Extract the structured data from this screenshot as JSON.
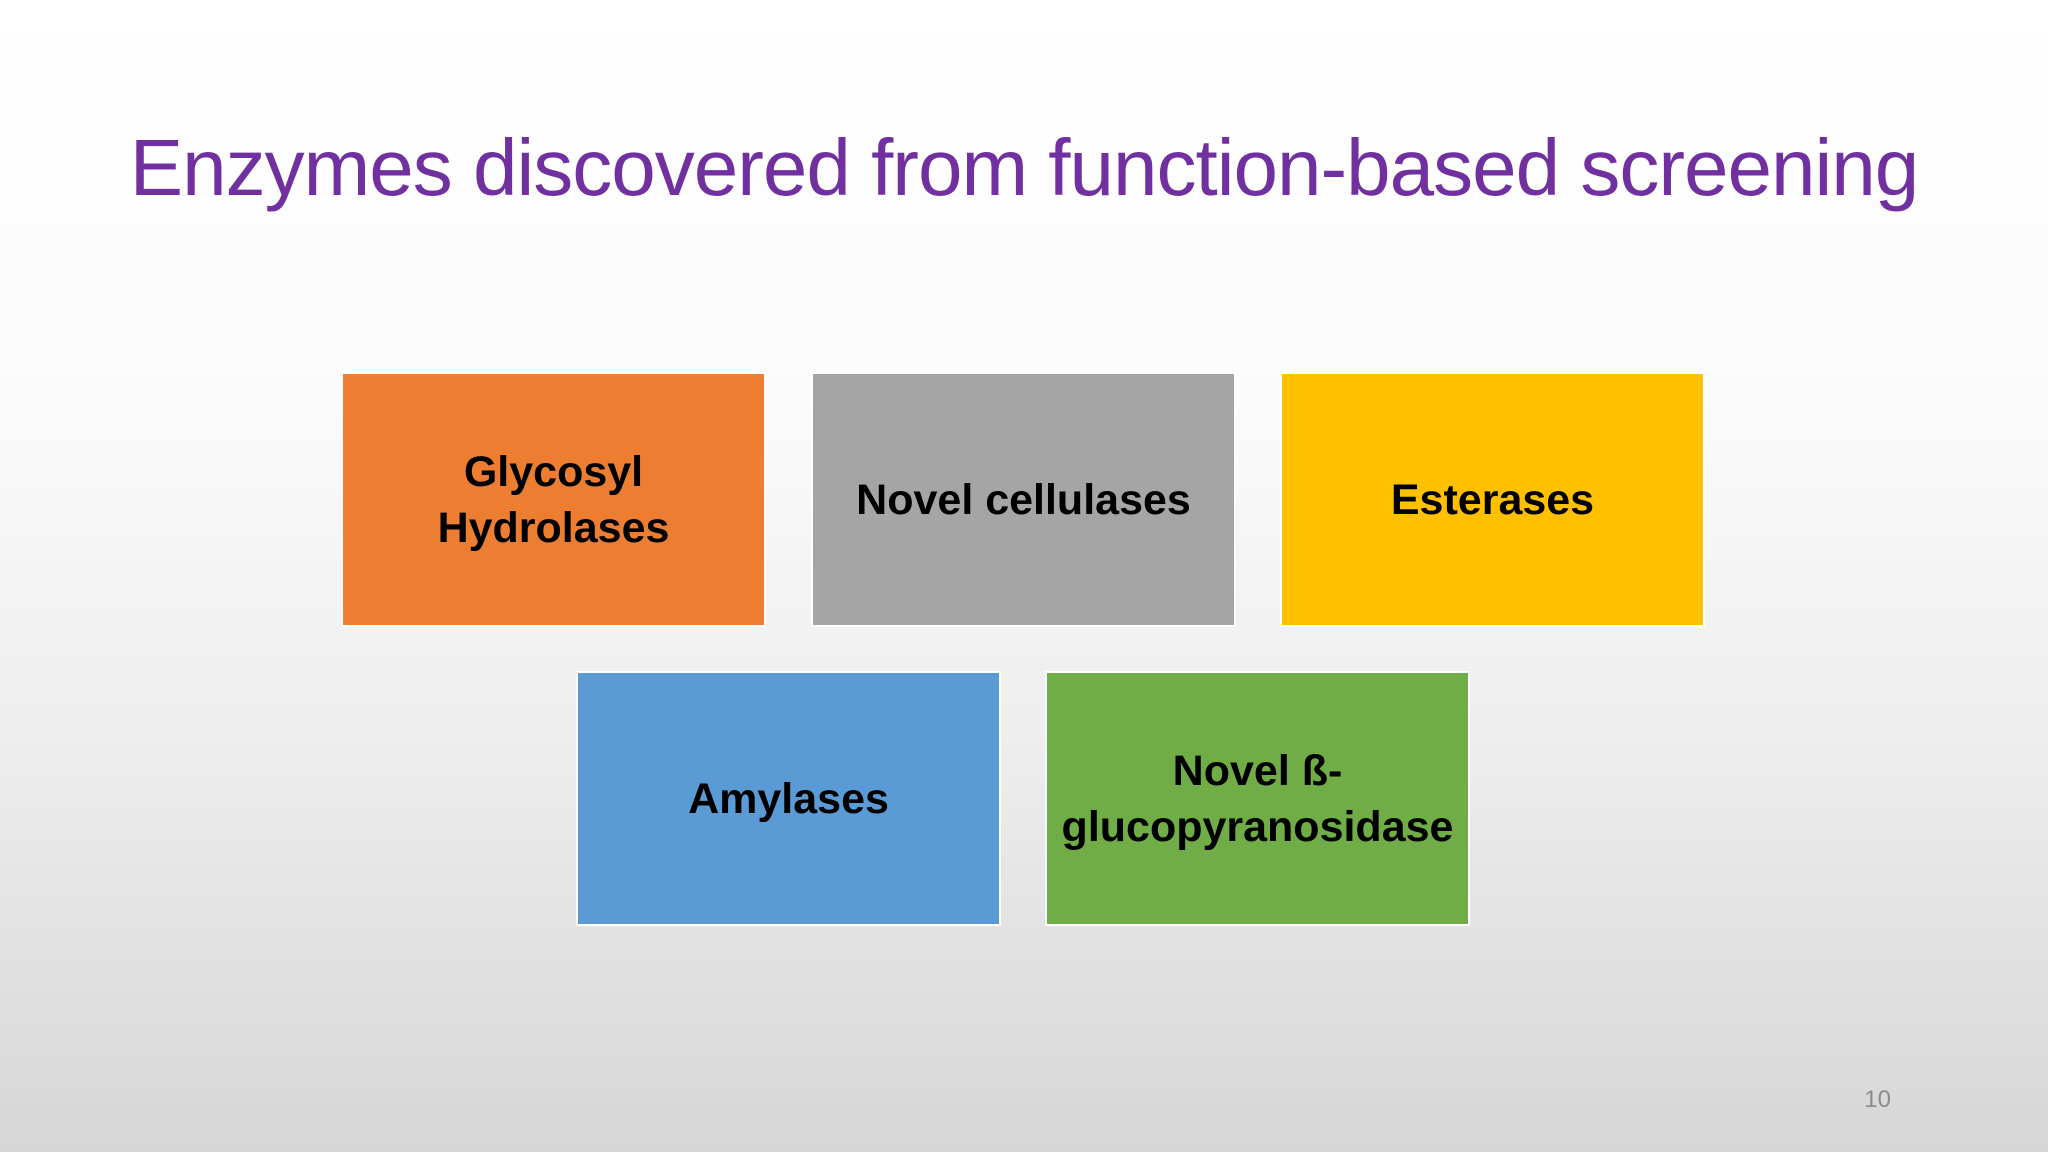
{
  "slide": {
    "title": "Enzymes discovered from function-based screening",
    "page_number": "10"
  },
  "boxes": [
    {
      "label": "Glycosyl\nHydrolases",
      "color": "#ed7d31"
    },
    {
      "label": "Novel cellulases",
      "color": "#a5a5a5"
    },
    {
      "label": "Esterases",
      "color": "#ffc000"
    },
    {
      "label": "Amylases",
      "color": "#5b9bd5"
    },
    {
      "label": "Novel ß-\nglucopyranosidase",
      "color": "#70ad47"
    }
  ],
  "colors": {
    "title": "#7030a0",
    "label_text": "#000000"
  }
}
